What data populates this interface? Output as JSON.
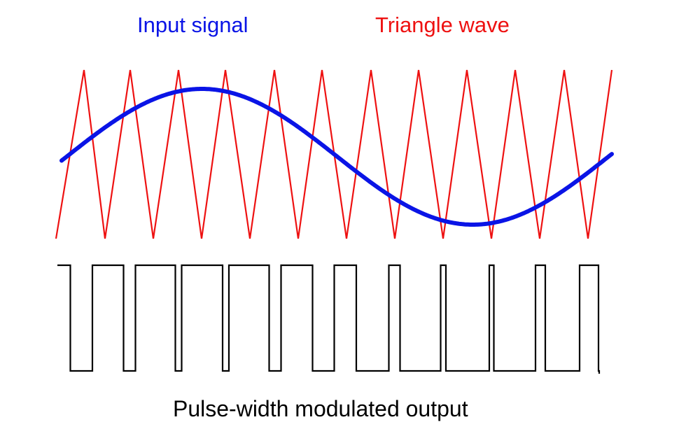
{
  "labels": {
    "input_signal": "Input signal",
    "triangle_wave": "Triangle wave",
    "pwm_output": "Pulse-width modulated output"
  },
  "colors": {
    "input_signal": "#0a14e6",
    "triangle_wave": "#ee1111",
    "pwm_output": "#000000"
  }
}
